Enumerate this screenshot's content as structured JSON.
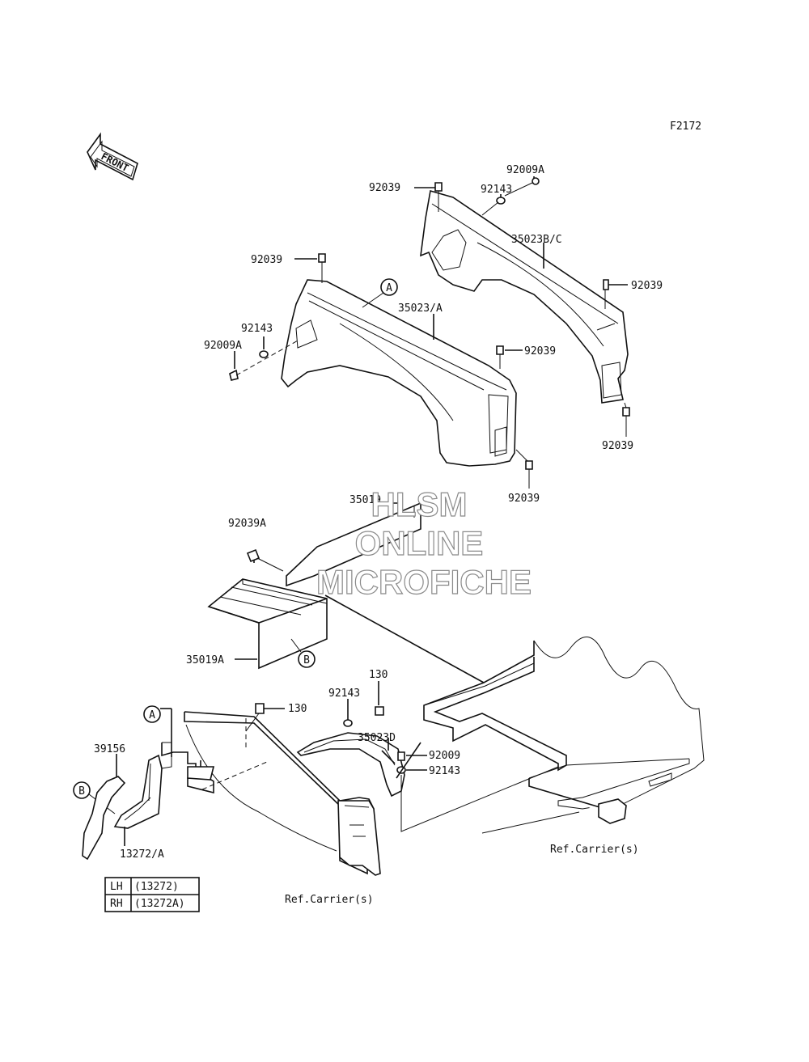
{
  "figure_code": "F2172",
  "front_arrow": "FRONT",
  "watermark": [
    "HLSM",
    "ONLINE",
    "MICROFICHE"
  ],
  "callouts": {
    "p92039_top": "92039",
    "p92009A_top": "92009A",
    "p92143_top": "92143",
    "p35023BC": "35023B/C",
    "p92039_rr1": "92039",
    "p92039_rr2": "92039",
    "p92039_lf": "92039",
    "p35023A": "35023/A",
    "p92143_lf": "92143",
    "p92009A_lf": "92009A",
    "p92039_lf2": "92039",
    "p92039_lf3": "92039",
    "p35019": "35019",
    "p92039A": "92039A",
    "p35019A": "35019A",
    "p130_a": "130",
    "p130_b": "130",
    "p92143_mid": "92143",
    "p35023D": "35023D",
    "p92009": "92009",
    "p92143_low": "92143",
    "p39156": "39156",
    "p13272A": "13272/A",
    "ref_carrier_1": "Ref.Carrier(s)",
    "ref_carrier_2": "Ref.Carrier(s)"
  },
  "markers": {
    "A1": "A",
    "A2": "A",
    "B1": "B",
    "B2": "B"
  },
  "side_table": [
    {
      "side": "LH",
      "part": "(13272)"
    },
    {
      "side": "RH",
      "part": "(13272A)"
    }
  ]
}
